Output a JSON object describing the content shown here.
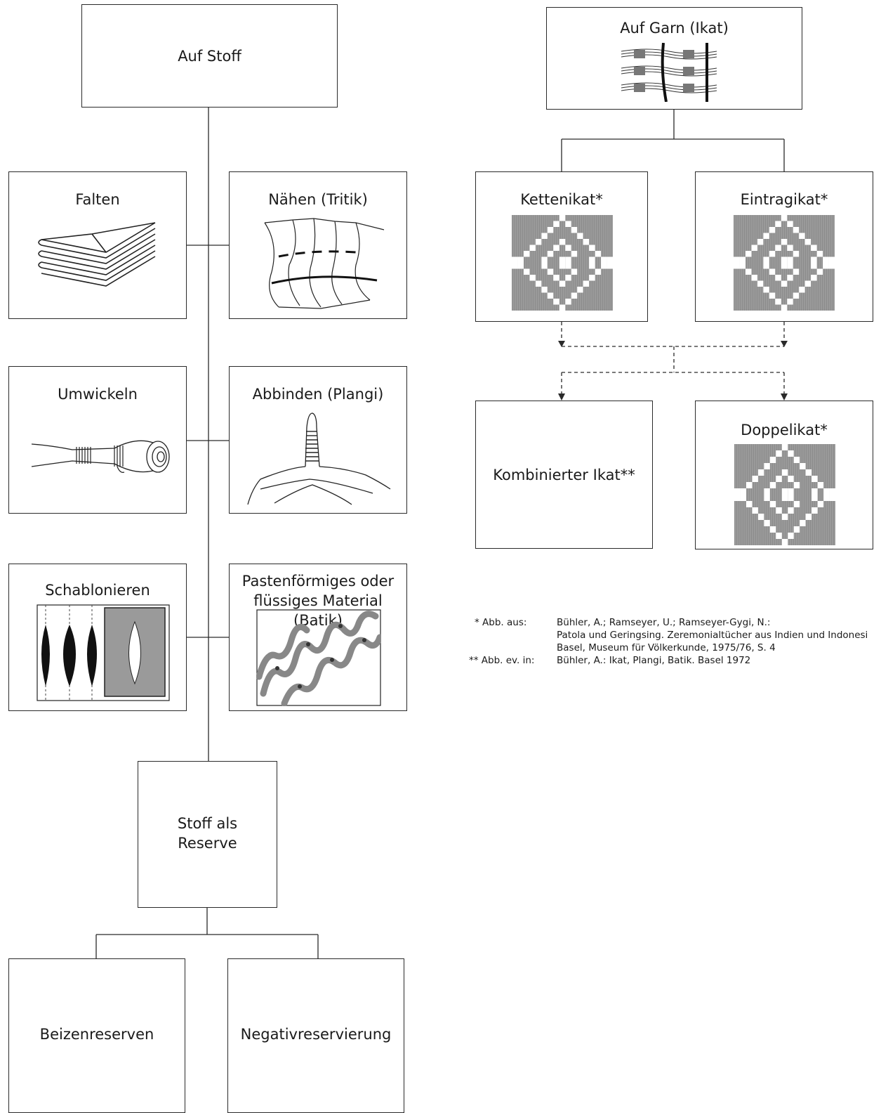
{
  "left_tree": {
    "root": "Auf Stoff",
    "methods": [
      {
        "label": "Falten",
        "icon": "folded-cloth-icon"
      },
      {
        "label": "Nähen (Tritik)",
        "icon": "stitched-cloth-icon"
      },
      {
        "label": "Umwickeln",
        "icon": "wrapped-cloth-icon"
      },
      {
        "label": "Abbinden (Plangi)",
        "icon": "tied-cloth-icon"
      },
      {
        "label": "Schablonieren",
        "icon": "stencil-icon"
      },
      {
        "label_line1": "Pastenförmiges oder",
        "label_line2": "flüssiges Material (Batik)",
        "icon": "batik-pattern-icon"
      }
    ],
    "reserve": {
      "line1": "Stoff als",
      "line2": "Reserve"
    },
    "reserve_children": [
      "Beizenreserven",
      "Negativreservierung"
    ]
  },
  "right_tree": {
    "root": "Auf Garn (Ikat)",
    "root_icon": "tied-yarn-icon",
    "types": [
      {
        "label": "Kettenikat*",
        "icon": "warp-ikat-pattern-icon"
      },
      {
        "label": "Eintragikat*",
        "icon": "weft-ikat-pattern-icon"
      }
    ],
    "combined": [
      {
        "label": "Kombinierter Ikat**"
      },
      {
        "label": "Doppelikat*",
        "icon": "double-ikat-pattern-icon"
      }
    ]
  },
  "footnotes": [
    {
      "marker": "* Abb. aus:",
      "lines": [
        "Bühler, A.; Ramseyer, U.; Ramseyer-Gygi, N.:",
        "Patola und Geringsing. Zeremonialtücher aus Indien und Indonesi",
        "Basel, Museum für Völkerkunde, 1975/76, S. 4"
      ]
    },
    {
      "marker": "** Abb. ev. in:",
      "lines": [
        "Bühler, A.: Ikat, Plangi, Batik. Basel 1972"
      ]
    }
  ],
  "colors": {
    "line": "#2a2a2a",
    "pattern_dark": "#8c8c8c",
    "pattern_light": "#ffffff"
  }
}
